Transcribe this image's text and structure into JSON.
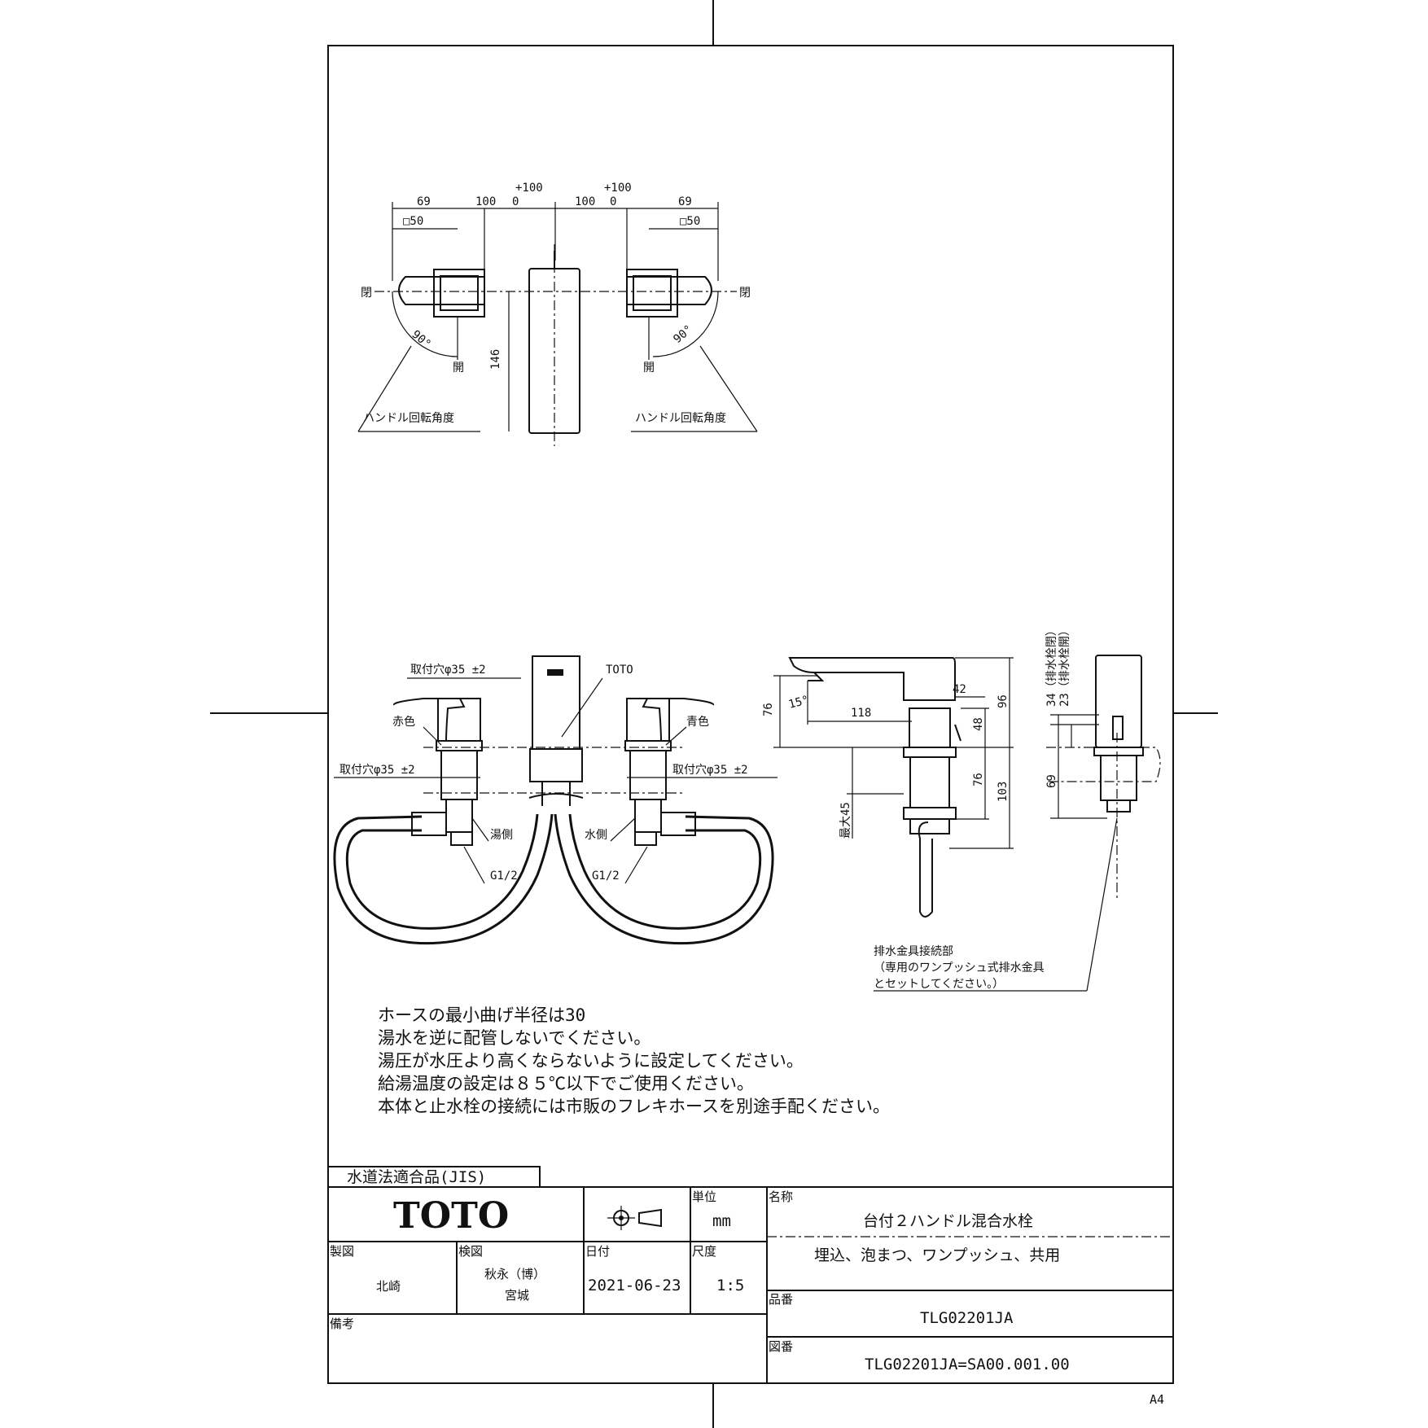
{
  "top_view": {
    "dims_top": [
      "+100",
      "+100"
    ],
    "dims_row": [
      "69",
      "100",
      "0",
      "100",
      "0",
      "69"
    ],
    "square_left": "□50",
    "square_right": "□50",
    "closed_left": "閉",
    "closed_right": "閉",
    "open_left": "開",
    "open_right": "開",
    "angle_left": "90°",
    "angle_right": "90°",
    "height": "146",
    "rotation_left": "ハンドル回転角度",
    "rotation_right": "ハンドル回転角度"
  },
  "front_view": {
    "mount_hole_top": "取付穴φ35 ±2",
    "brand": "TOTO",
    "red": "赤色",
    "blue": "青色",
    "mount_hole_left": "取付穴φ35 ±2",
    "mount_hole_right": "取付穴φ35 ±2",
    "hot_side": "湯側",
    "cold_side": "水側",
    "thread_left": "G1/2",
    "thread_right": "G1/2"
  },
  "side_view": {
    "d76_top": "76",
    "angle": "15°",
    "d118": "118",
    "d42": "42",
    "d96": "96",
    "d48": "48",
    "d76_bottom": "76",
    "d103": "103",
    "max45": "最大45",
    "drain_label_1": "排水金具接続部",
    "drain_label_2": "（専用のワンプッシュ式排水金具",
    "drain_label_3": "とセットしてください。）"
  },
  "rear_view": {
    "d34": "34（排水栓閉）",
    "d23": "23（排水栓開）",
    "d69": "69"
  },
  "notes": [
    "ホースの最小曲げ半径は30",
    "湯水を逆に配管しないでください。",
    "湯圧が水圧より高くならないように設定してください。",
    "給湯温度の設定は８５℃以下でご使用ください。",
    "本体と止水栓の接続には市販のフレキホースを別途手配ください。"
  ],
  "title_block": {
    "compliance": "水道法適合品(JIS)",
    "logo": "TOTO",
    "unit_label": "単位",
    "unit_value": "mm",
    "name_label": "名称",
    "product_name": "台付２ハンドル混合水栓",
    "product_desc": "埋込、泡まつ、ワンプッシュ、共用",
    "drawn_label": "製図",
    "drawn_by": "北崎",
    "checked_label": "検図",
    "checked_by_1": "秋永（博）",
    "checked_by_2": "宮城",
    "date_label": "日付",
    "date_value": "2021-06-23",
    "scale_label": "尺度",
    "scale_value": "1:5",
    "part_label": "品番",
    "part_no": "TLG02201JA",
    "remarks_label": "備考",
    "drawing_label": "図番",
    "drawing_no": "TLG02201JA=SA00.001.00"
  },
  "paper_size": "A4"
}
